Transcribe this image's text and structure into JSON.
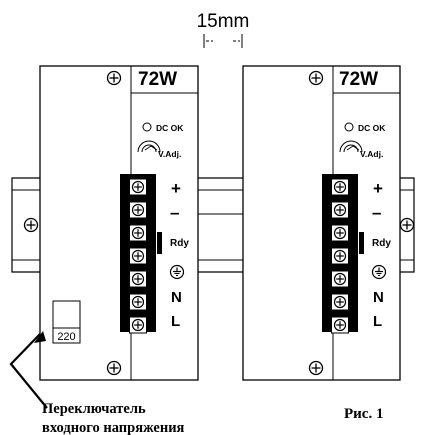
{
  "spacing_label": "15mm",
  "units": [
    {
      "power_label": "72W",
      "dc_ok_label": "DC OK",
      "vadj_label": "V.Adj.",
      "terminals": [
        "+",
        "–",
        "Rdy",
        "⏚",
        "N",
        "L"
      ],
      "voltage_value": "220"
    },
    {
      "power_label": "72W",
      "dc_ok_label": "DC OK",
      "vadj_label": "V.Adj.",
      "terminals": [
        "+",
        "–",
        "Rdy",
        "⏚",
        "N",
        "L"
      ]
    }
  ],
  "switch_caption": [
    "Переключатель",
    "входного напряжения"
  ],
  "figure_label": "Рис. 1"
}
